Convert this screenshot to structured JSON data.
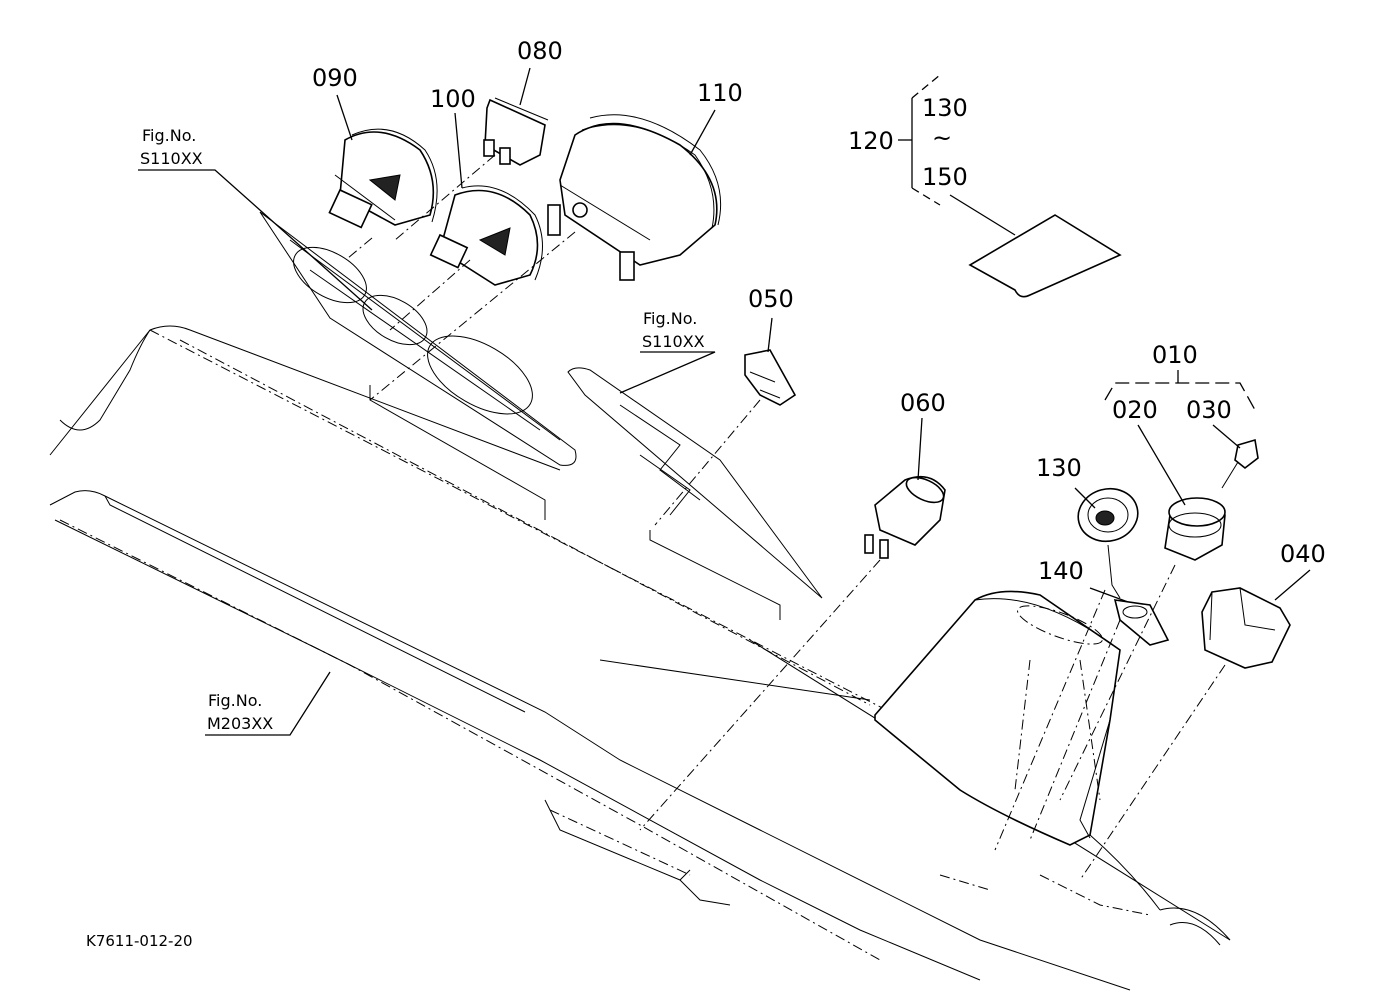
{
  "drawing": {
    "code": "K7611-012-20",
    "fig_prefix": "Fig.No.",
    "fig_refs": [
      "S110XX",
      "S110XX",
      "M203XX"
    ],
    "callouts": {
      "p090": "090",
      "p080": "080",
      "p100": "100",
      "p110": "110",
      "p120": "120",
      "p130_range": "130",
      "range_sep": "~",
      "p150": "150",
      "p050": "050",
      "p060": "060",
      "p010": "010",
      "p020": "020",
      "p030": "030",
      "p130": "130",
      "p140": "140",
      "p040": "040"
    }
  }
}
